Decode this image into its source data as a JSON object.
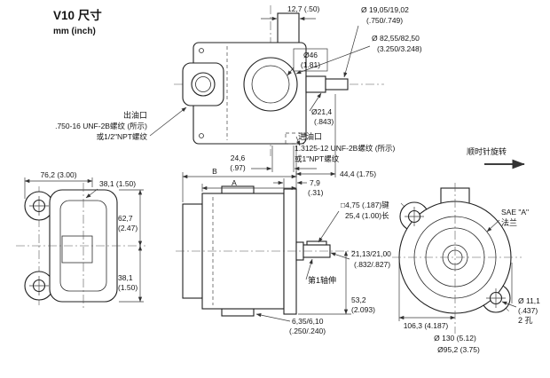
{
  "header": {
    "title": "V10 尺寸",
    "subtitle": "mm (inch)"
  },
  "top_view": {
    "dim_12_7": "12,7 (.50)",
    "shaft_dia_mm": "Ø 19,05/19,02",
    "shaft_dia_in": "(.750/.749)",
    "pilot_dia_mm": "Ø 82,55/82,50",
    "pilot_dia_in": "(3.250/3.248)",
    "dia_46_mm": "Ø46",
    "dia_46_in": "(1.81)",
    "dia_21_4_mm": "Ø21,4",
    "dia_21_4_in": "(.843)",
    "outlet_line1": "出油口",
    "outlet_line2": ".750-16 UNF-2B螺纹 (所示)",
    "outlet_line3": "或1/2\"NPT螺纹",
    "dim_24_6_mm": "24,6",
    "dim_24_6_in": "(.97)",
    "inlet_line1": "进油口",
    "inlet_line2": "1.3125-12 UNF-2B螺纹 (所示)",
    "inlet_line3": "或1\"NPT螺纹",
    "dim_44_4": "44,4 (1.75)"
  },
  "rotation_note": {
    "label": "顺时针旋转"
  },
  "front_view": {
    "dim_76_2": "76,2 (3.00)",
    "dim_38_1_top": "38,1 (1.50)",
    "dim_62_7_mm": "62,7",
    "dim_62_7_in": "(2.47)",
    "dim_38_1_bot_mm": "38,1",
    "dim_38_1_bot_in": "(1.50)"
  },
  "side_view": {
    "dim_b": "B",
    "dim_a": "A",
    "dim_7_9_mm": "7,9",
    "dim_7_9_in": "(.31)",
    "key_line1": "□4,75 (.187)键",
    "key_line2": "25,4 (1.00)长",
    "shaft_dia_mm": "21,13/21,00",
    "shaft_dia_in": "(.832/.827)",
    "shaft_note": "第1轴伸",
    "dim_53_2_mm": "53,2",
    "dim_53_2_in": "(2.093)",
    "dim_6_35_mm": "6,35/6,10",
    "dim_6_35_in": "(.250/.240)"
  },
  "flange_view": {
    "flange_line1": "SAE \"A\"",
    "flange_line2": "法兰",
    "hole_line1": "Ø 11,1",
    "hole_line2": "(.437)",
    "hole_line3": "2 孔",
    "dim_106_3": "106,3 (4.187)",
    "dia_130": "Ø 130 (5.12)",
    "dia_95_2": "Ø95,2 (3.75)"
  }
}
